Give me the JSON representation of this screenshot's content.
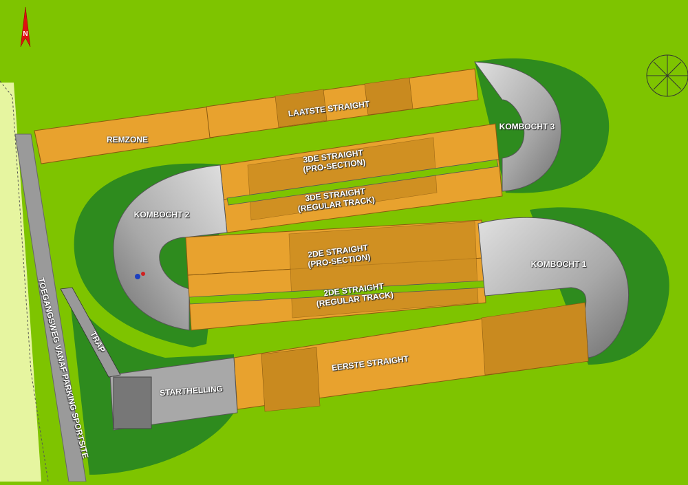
{
  "colors": {
    "grass": "#7ec400",
    "berm": "#2e8b1e",
    "track": "#e8a22e",
    "track_dark": "#c98a1f",
    "road": "#9a9a9a",
    "parking": "#e6f5a0",
    "curve": "#bdbdbd",
    "north_arrow": "#e01010"
  },
  "sections": {
    "remzone": "REMZONE",
    "laatste_straight": "LAATSTE STRAIGHT",
    "kombocht_3": "KOMBOCHT 3",
    "straight_3_pro": "3DE STRAIGHT",
    "straight_3_pro_sub": "(PRO-SECTION)",
    "straight_3_reg": "3DE STRAIGHT",
    "straight_3_reg_sub": "(REGULAR TRACK)",
    "kombocht_2": "KOMBOCHT 2",
    "straight_2_pro": "2DE STRAIGHT",
    "straight_2_pro_sub": "(PRO-SECTION)",
    "straight_2_reg": "2DE STRAIGHT",
    "straight_2_reg_sub": "(REGULAR TRACK)",
    "kombocht_1": "KOMBOCHT 1",
    "eerste_straight": "EERSTE STRAIGHT",
    "starthelling": "STARTHELLING",
    "trap": "TRAP",
    "toegangsweg": "TOEGANGSWEG VANAF PARKING SPORTSITE"
  },
  "icons": {
    "north_arrow": "north-arrow-icon",
    "tree": "tree-icon",
    "rider": "rider-icon"
  }
}
